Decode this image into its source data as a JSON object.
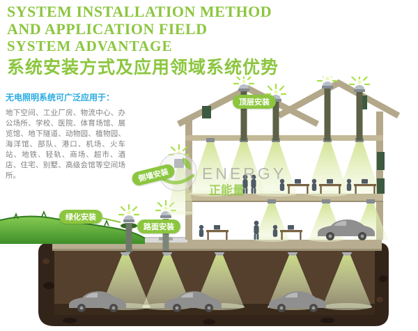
{
  "header": {
    "title_line1": "SYSTEM INSTALLATION METHOD",
    "title_line2": "AND APPLICATION FIELD",
    "title_line3": "SYSTEM ADVANTAGE",
    "title_cn": "系统安装方式及应用领域系统优势"
  },
  "intro": {
    "heading": "无电照明系统可广泛应用于：",
    "body": "地下空间、工业厂房、物流中心、办公场所、学校、医院、体育场馆、展览馆、地下隧道、动物园、植物园、海洋馆、部队、港口、机场、火车站、地铁、轻轨、商场、超市、酒店、住宅、别墅、高级会馆等空间场所。"
  },
  "badges": {
    "roof": "顶层安装",
    "side_wall": "侧墙安装",
    "greening": "绿化安装",
    "road": "路面安装"
  },
  "watermark": {
    "brand": "ENERGY",
    "brand_cn": "正能量"
  },
  "colors": {
    "accent_green": "#8CC63F",
    "accent_blue": "#29ABE2",
    "badge_green": "#8CC63F",
    "body_gray": "#7F7F7F",
    "soil_brown": "#33241A",
    "building_tan": "#B3A88A",
    "light_beam": "#CFE18B"
  },
  "icons": {
    "roof_collector": "daylight-collector-dome",
    "light_cone": "light-beam-cone",
    "car": "car-silhouette",
    "person": "person-silhouette"
  }
}
